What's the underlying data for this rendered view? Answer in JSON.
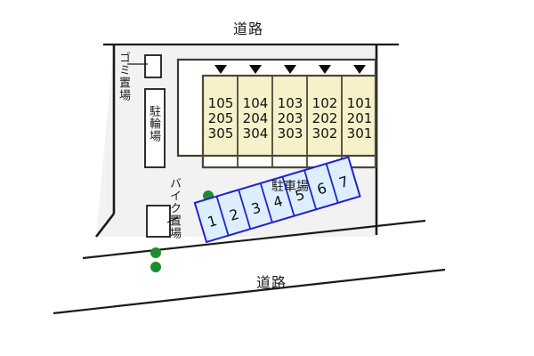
{
  "diagram": {
    "title": "apartment-site-plan",
    "colors": {
      "building_fill": "#f7f1c9",
      "building_stroke": "#4a4a3a",
      "parking_fill": "#ddeeff",
      "parking_stroke": "#2222cc",
      "site_fill": "#f2f2f2",
      "site_stroke": "#1a1a1a",
      "dot_green": "#1f8b2f",
      "road_line": "#1a1a1a",
      "text": "#101010"
    }
  },
  "roads": {
    "top_label": "道路",
    "bottom_label": "道路"
  },
  "facilities": {
    "trash": {
      "label": "ゴミ置場"
    },
    "bicycle": {
      "label": "駐輪場"
    },
    "motorcycle": {
      "label": "バイク置場"
    },
    "parking": {
      "label": "駐車場"
    }
  },
  "building": {
    "columns": [
      {
        "floor1": "105",
        "floor2": "205",
        "floor3": "305"
      },
      {
        "floor1": "104",
        "floor2": "204",
        "floor3": "304"
      },
      {
        "floor1": "103",
        "floor2": "203",
        "floor3": "303"
      },
      {
        "floor1": "102",
        "floor2": "202",
        "floor3": "302"
      },
      {
        "floor1": "101",
        "floor2": "201",
        "floor3": "301"
      }
    ],
    "entrance_marker": "▼",
    "entrance_count": 5
  },
  "parking_stalls": {
    "numbers": [
      "1",
      "2",
      "3",
      "4",
      "5",
      "6",
      "7"
    ]
  },
  "green_dots": {
    "row_count": 3,
    "lower_count": 2
  }
}
